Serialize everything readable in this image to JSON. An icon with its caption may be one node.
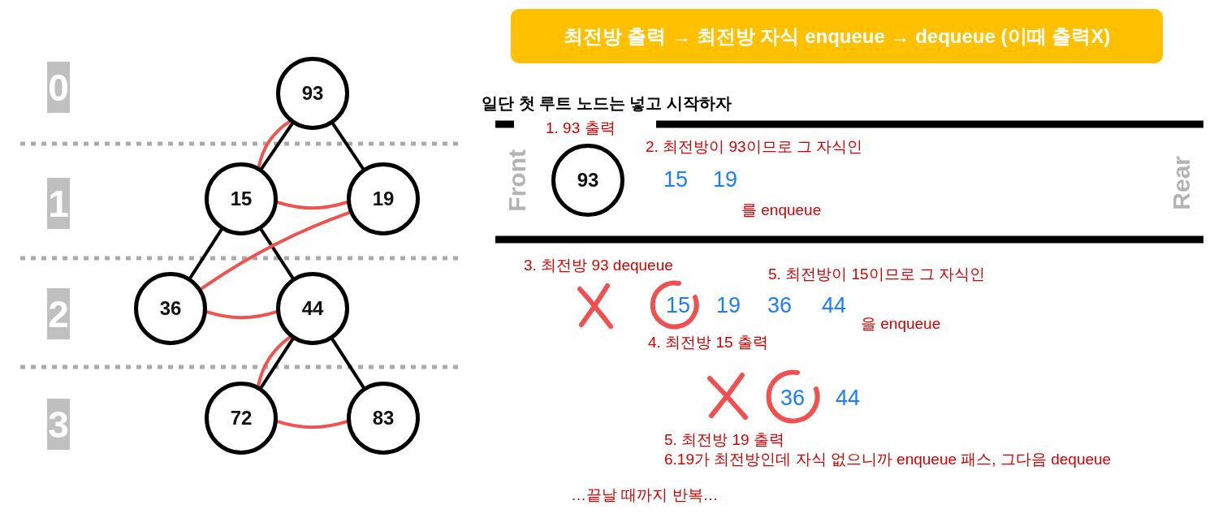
{
  "diagram": {
    "title": "최전방 출력 → 최전방 자식 enqueue → dequeue (이때 출력X)",
    "nodes": [
      {
        "text": [
          "93"
        ]
      },
      {
        "text": [
          "15"
        ]
      },
      {
        "text": [
          "19"
        ]
      },
      {
        "text": [
          "36"
        ]
      },
      {
        "text": [
          "44"
        ]
      },
      {
        "text": [
          "72"
        ]
      },
      {
        "text": [
          "83"
        ]
      },
      {
        "text": [
          "93"
        ]
      },
      {
        "text": [
          "0"
        ]
      },
      {
        "text": [
          "1"
        ]
      },
      {
        "text": [
          "2"
        ]
      },
      {
        "text": [
          "3"
        ]
      }
    ],
    "edges": [
      {
        "from": 0,
        "to": 1,
        "arrow": "none"
      },
      {
        "from": 0,
        "to": 2,
        "arrow": "none"
      },
      {
        "from": 1,
        "to": 3,
        "arrow": "none"
      },
      {
        "from": 1,
        "to": 4,
        "arrow": "none"
      },
      {
        "from": 4,
        "to": 5,
        "arrow": "none"
      },
      {
        "from": 4,
        "to": 6,
        "arrow": "none"
      },
      {
        "from": 0,
        "to": 1,
        "arrow": "none",
        "color": "#ef5350"
      },
      {
        "from": 1,
        "to": 2,
        "arrow": "none",
        "color": "#ef5350"
      },
      {
        "from": 2,
        "to": 3,
        "arrow": "none",
        "color": "#ef5350"
      },
      {
        "from": 3,
        "to": 4,
        "arrow": "none",
        "color": "#ef5350"
      },
      {
        "from": 4,
        "to": 5,
        "arrow": "none",
        "color": "#ef5350"
      },
      {
        "from": 5,
        "to": 6,
        "arrow": "none",
        "color": "#ef5350"
      }
    ],
    "labels": [
      "일단 첫 루트 노드는 넣고 시작하자",
      "Front",
      "Rear",
      "1.  93 출력",
      "2. 최전방이 93이므로 그 자식인",
      "15",
      "19",
      "를 enqueue",
      "3. 최전방 93 dequeue",
      "5. 최전방이 15이므로 그 자식인",
      "15",
      "19",
      "36",
      "44",
      "을 enqueue",
      "4. 최전방 15 출력",
      "36",
      "44",
      "5. 최전방 19 출력",
      "6.19가 최전방인데 자식 없으니까 enqueue 패스, 그다음 dequeue",
      "…끝날 때까지 반복…"
    ]
  }
}
